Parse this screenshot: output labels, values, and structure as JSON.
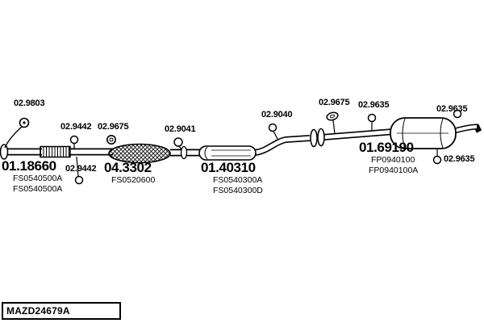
{
  "footer": {
    "catalog_code": "MAZD24679A"
  },
  "clamp_labels": [
    {
      "code": "02.9803"
    },
    {
      "code": "02.9442"
    },
    {
      "code": "02.9675"
    },
    {
      "code": "02.9041"
    },
    {
      "code": "02.9040"
    },
    {
      "code": "02.9675"
    },
    {
      "code": "02.9635"
    },
    {
      "code": "02.9635"
    },
    {
      "code": "02.9635"
    },
    {
      "code": "02.9442"
    }
  ],
  "assemblies": [
    {
      "code": "01.18660",
      "refs": [
        "FS0540500A",
        "FS0540500A"
      ]
    },
    {
      "code": "04.3302",
      "refs": [
        "FS0520600"
      ]
    },
    {
      "code": "01.40310",
      "refs": [
        "FS0540300A",
        "FS0540300D"
      ]
    },
    {
      "code": "01.69190",
      "refs": [
        "FP0940100",
        "FP0940100A"
      ]
    }
  ],
  "colors": {
    "line": "#000000",
    "background": "#ffffff"
  }
}
